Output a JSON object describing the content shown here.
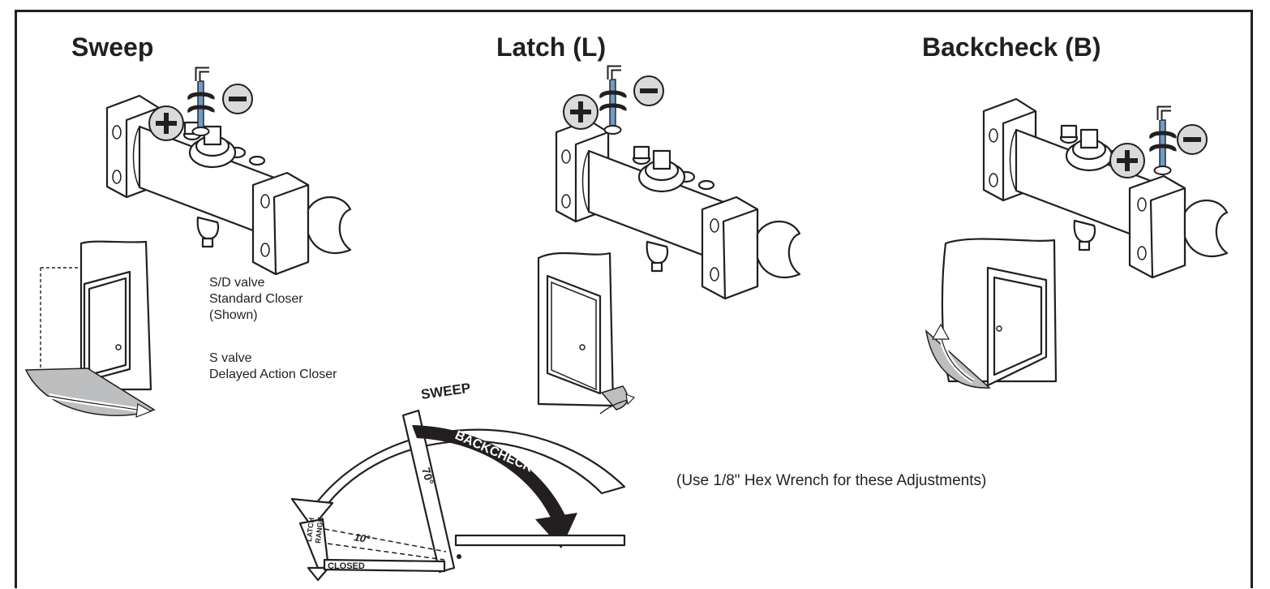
{
  "headings": {
    "sweep": "Sweep",
    "latch": "Latch (L)",
    "backcheck": "Backcheck (B)"
  },
  "sweep_notes": {
    "sd_valve": "S/D valve",
    "standard_closer": "Standard Closer",
    "shown": "(Shown)",
    "s_valve": "S valve",
    "delayed_action": "Delayed Action Closer"
  },
  "arc_labels": {
    "sweep": "SWEEP",
    "backcheck": "BACKCHECK",
    "angle_70": "70°",
    "angle_10": "10°",
    "latch_range_1": "LATCH",
    "latch_range_2": "RANGE",
    "closed": "CLOSED"
  },
  "adjust_symbols": {
    "plus": "+",
    "minus": "−"
  },
  "wrench_note": "(Use 1/8\" Hex Wrench for these Adjustments)",
  "colors": {
    "ink": "#231f20",
    "gray_fill": "#bcbec0",
    "wrench_blue": "#6d9cc9",
    "badge_fill": "#d9dadb"
  }
}
